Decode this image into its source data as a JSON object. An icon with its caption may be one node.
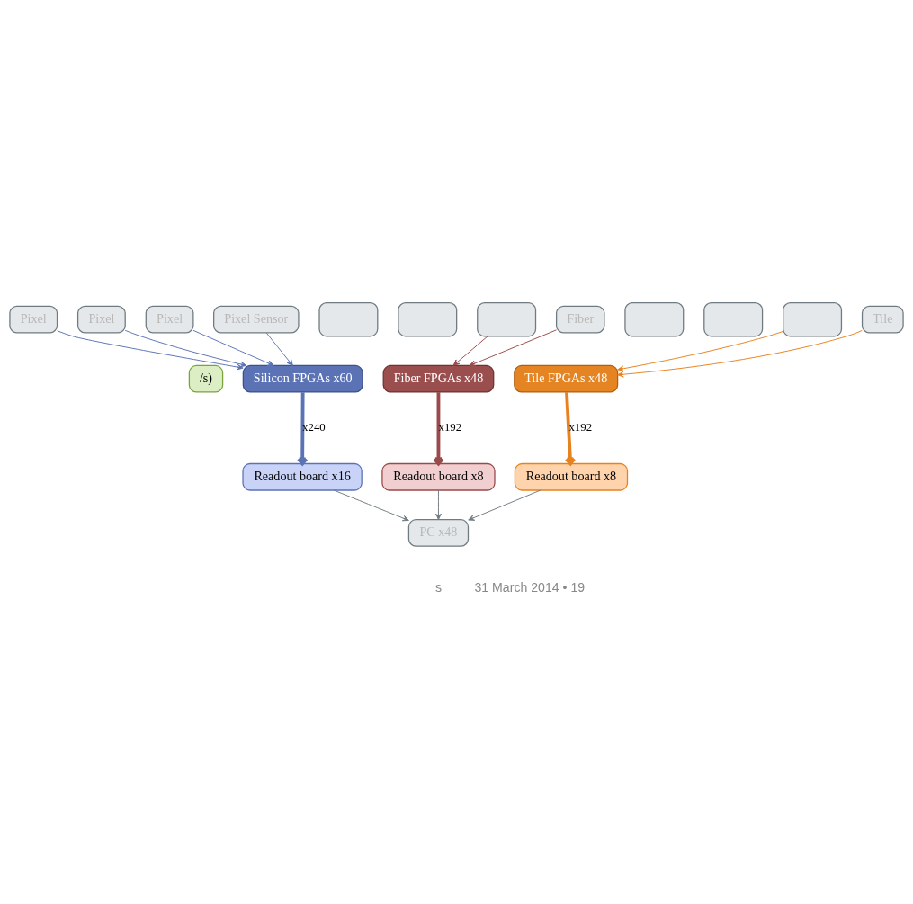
{
  "diagram": {
    "nodes": [
      {
        "text": [
          "Pixel"
        ]
      },
      {
        "text": [
          "Pixel"
        ]
      },
      {
        "text": [
          "Pixel"
        ]
      },
      {
        "text": [
          "Pixel Sensor"
        ]
      },
      {
        "text": [],
        "shape": "box"
      },
      {
        "text": [],
        "shape": "box"
      },
      {
        "text": [],
        "shape": "box"
      },
      {
        "text": [
          "Fiber"
        ]
      },
      {
        "text": [],
        "shape": "box"
      },
      {
        "text": [],
        "shape": "box"
      },
      {
        "text": [],
        "shape": "box"
      },
      {
        "text": [
          "Tile"
        ]
      },
      {
        "text": [
          "Silicon FPGAs x60"
        ]
      },
      {
        "text": [
          "Fiber FPGAs x48"
        ]
      },
      {
        "text": [
          "Tile FPGAs x48"
        ]
      },
      {
        "text": [
          "Readout board x16"
        ]
      },
      {
        "text": [
          "Readout board x8"
        ]
      },
      {
        "text": [
          "Readout board x8"
        ]
      },
      {
        "text": [
          "PC x48"
        ]
      },
      {
        "text": [
          "/s)"
        ]
      }
    ],
    "edges": [
      {
        "from": 0,
        "to": 12,
        "arrow": "to",
        "color": "#5b73b5"
      },
      {
        "from": 1,
        "to": 12,
        "arrow": "to",
        "color": "#5b73b5"
      },
      {
        "from": 2,
        "to": 12,
        "arrow": "to",
        "color": "#5b73b5"
      },
      {
        "from": 3,
        "to": 12,
        "arrow": "to",
        "color": "#5b73b5"
      },
      {
        "from": 6,
        "to": 13,
        "arrow": "to",
        "color": "#9a4a4a"
      },
      {
        "from": 7,
        "to": 13,
        "arrow": "to",
        "color": "#9a4a4a"
      },
      {
        "from": 10,
        "to": 14,
        "arrow": "to",
        "color": "#e8821e"
      },
      {
        "from": 11,
        "to": 14,
        "arrow": "to",
        "color": "#e8821e"
      },
      {
        "from": 12,
        "to": 15,
        "arrow": "to",
        "label": "x240",
        "style": "thick",
        "color": "#5b73b5"
      },
      {
        "from": 13,
        "to": 16,
        "arrow": "to",
        "label": "x192",
        "style": "thick",
        "color": "#9a4a4a"
      },
      {
        "from": 14,
        "to": 17,
        "arrow": "to",
        "label": "x192",
        "style": "thick",
        "color": "#e8821e"
      },
      {
        "from": 15,
        "to": 18,
        "arrow": "to"
      },
      {
        "from": 16,
        "to": 18,
        "arrow": "to"
      },
      {
        "from": 17,
        "to": 18,
        "arrow": "to"
      }
    ],
    "labels": [
      "s",
      "31 March 2014 • 19"
    ]
  }
}
